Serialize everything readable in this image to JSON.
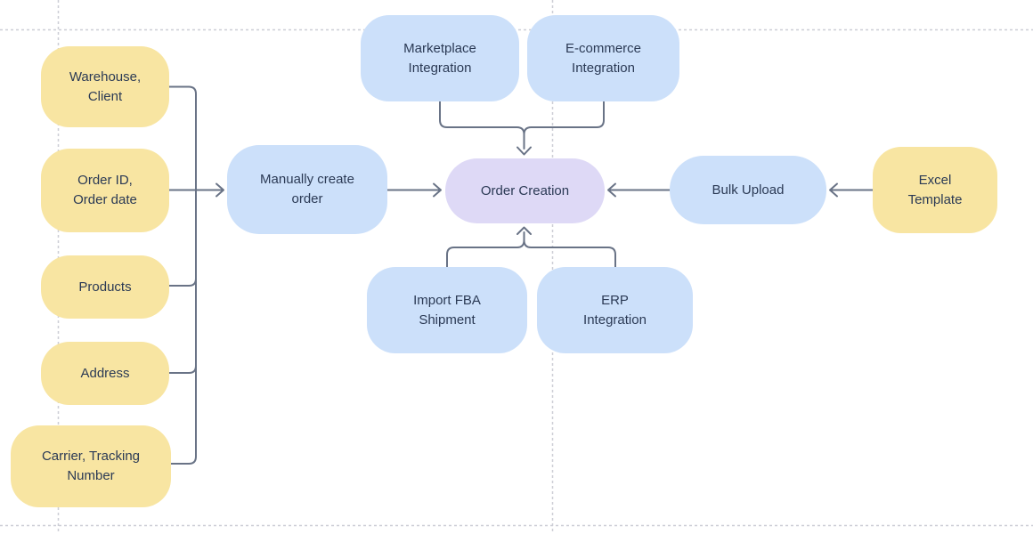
{
  "palette": {
    "canvas_bg": "#ffffff",
    "grid_line": "#cdced6",
    "connector": "#697386",
    "yellow": "#f8e5a2",
    "blue": "#cce0fa",
    "purple": "#ded9f6",
    "text": "#2b3a55"
  },
  "nodes": {
    "warehouse_client": {
      "label": "Warehouse, Client"
    },
    "order_id_date": {
      "label": "Order ID, Order date"
    },
    "products": {
      "label": "Products"
    },
    "address": {
      "label": "Address"
    },
    "carrier_tracking": {
      "label": "Carrier, Tracking Number"
    },
    "manual_create": {
      "label": "Manually create order"
    },
    "order_creation": {
      "label": "Order Creation"
    },
    "marketplace": {
      "label": "Marketplace Integration"
    },
    "ecommerce": {
      "label": "E-commerce Integration"
    },
    "import_fba": {
      "label": "Import FBA Shipment"
    },
    "erp": {
      "label": "ERP Integration"
    },
    "bulk_upload": {
      "label": "Bulk Upload"
    },
    "excel_template": {
      "label": "Excel Template"
    }
  },
  "edges": [
    {
      "from": "warehouse_client",
      "to": "manual_create",
      "via": "left-bracket"
    },
    {
      "from": "order_id_date",
      "to": "manual_create",
      "via": "left-bracket"
    },
    {
      "from": "products",
      "to": "manual_create",
      "via": "left-bracket"
    },
    {
      "from": "address",
      "to": "manual_create",
      "via": "left-bracket"
    },
    {
      "from": "carrier_tracking",
      "to": "manual_create",
      "via": "left-bracket"
    },
    {
      "from": "manual_create",
      "to": "order_creation"
    },
    {
      "from": "marketplace",
      "to": "order_creation",
      "via": "top-merge"
    },
    {
      "from": "ecommerce",
      "to": "order_creation",
      "via": "top-merge"
    },
    {
      "from": "import_fba",
      "to": "order_creation",
      "via": "bottom-merge"
    },
    {
      "from": "erp",
      "to": "order_creation",
      "via": "bottom-merge"
    },
    {
      "from": "bulk_upload",
      "to": "order_creation"
    },
    {
      "from": "excel_template",
      "to": "bulk_upload"
    }
  ]
}
